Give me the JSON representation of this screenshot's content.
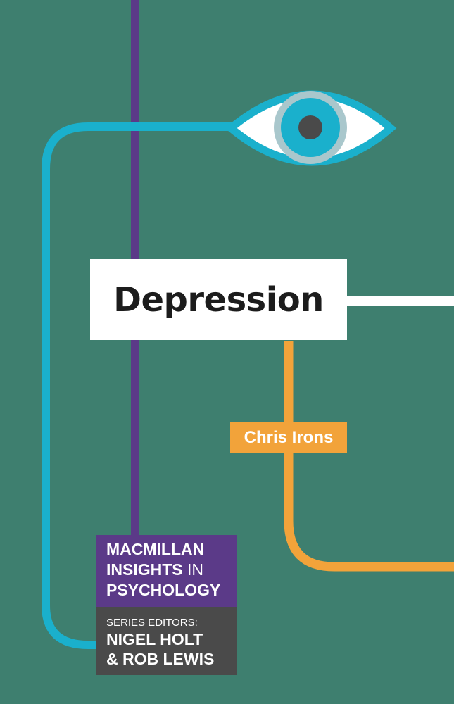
{
  "book": {
    "title": "Depression",
    "author": "Chris Irons",
    "series": {
      "line1": "MACMILLAN",
      "line2_bold": "INSIGHTS",
      "line2_light": " IN",
      "line3": "PSYCHOLOGY"
    },
    "editors": {
      "label": "SERIES EDITORS:",
      "name1": "NIGEL HOLT",
      "name2": "& ROB LEWIS"
    }
  },
  "colors": {
    "background": "#3e7f6f",
    "cyan_line": "#1ab0cc",
    "purple_line": "#5b3a88",
    "orange_line": "#f2a33a",
    "white_line": "#ffffff",
    "eye_iris_ring": "#a9c7cc",
    "pupil": "#4a4a4a"
  },
  "icons": [
    "eye-icon"
  ]
}
